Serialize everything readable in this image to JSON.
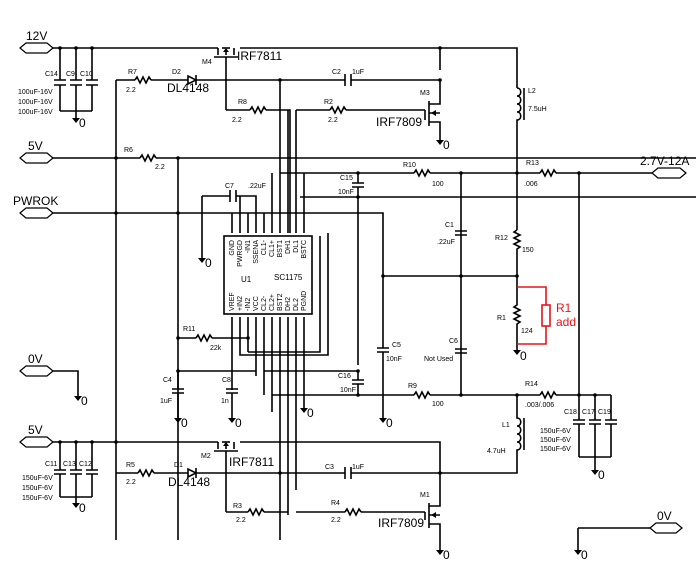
{
  "ports": {
    "v12": "12V",
    "v5_top": "5V",
    "pwrok": "PWROK",
    "ov_left": "0V",
    "v5_bottom": "5V",
    "output": "2.7V-12A",
    "ov_right": "0V"
  },
  "ground_label": "0",
  "ic": {
    "ref": "U1",
    "part": "SC1175",
    "top_pins": [
      "GND",
      "PWRGD",
      "-IN1",
      "SSENA",
      "CL1-",
      "CL1+",
      "BST1",
      "DH1",
      "DL1",
      "BSTC"
    ],
    "bottom_pins": [
      "VREF",
      "+IN2",
      "-IN2",
      "VCC",
      "CL2-",
      "CL2+",
      "BST2",
      "DH2",
      "DL2",
      "PGND"
    ]
  },
  "components": {
    "C14": {
      "ref": "C14",
      "value": "100uF-16V"
    },
    "C9": {
      "ref": "C9",
      "value": "100uF-16V"
    },
    "C10": {
      "ref": "C10",
      "value": "100uF-16V"
    },
    "R7": {
      "ref": "R7",
      "value": "2.2"
    },
    "D2": {
      "ref": "D2",
      "value": "DL4148"
    },
    "M4": {
      "ref": "M4",
      "value": "IRF7811"
    },
    "C2": {
      "ref": "C2",
      "value": "1uF"
    },
    "R8": {
      "ref": "R8",
      "value": "2.2"
    },
    "R2": {
      "ref": "R2",
      "value": "2.2"
    },
    "M3": {
      "ref": "M3",
      "value": "IRF7809"
    },
    "L2": {
      "ref": "L2",
      "value": "7.5uH"
    },
    "R6": {
      "ref": "R6",
      "value": "2.2"
    },
    "C7": {
      "ref": "C7",
      "value": ".22uF"
    },
    "C15": {
      "ref": "C15",
      "value": "10nF"
    },
    "R10": {
      "ref": "R10",
      "value": "100"
    },
    "R13": {
      "ref": "R13",
      "value": ".006"
    },
    "C1": {
      "ref": "C1",
      "value": ".22uF"
    },
    "R12": {
      "ref": "R12",
      "value": "150"
    },
    "R1": {
      "ref": "R1",
      "value": "124"
    },
    "R1_add": {
      "ref": "R1",
      "note": "add"
    },
    "R11": {
      "ref": "R11",
      "value": "22k"
    },
    "C5": {
      "ref": "C5",
      "value": "10nF"
    },
    "C6": {
      "ref": "C6",
      "value": "Not Used"
    },
    "C4": {
      "ref": "C4",
      "value": "1uF"
    },
    "C8": {
      "ref": "C8",
      "value": "1n"
    },
    "C16": {
      "ref": "C16",
      "value": "10nF"
    },
    "R9": {
      "ref": "R9",
      "value": "100"
    },
    "R14": {
      "ref": "R14",
      "value": ".003/.006"
    },
    "L1": {
      "ref": "L1",
      "value": "4.7uH"
    },
    "C18": {
      "ref": "C18",
      "value": "150uF-6V"
    },
    "C17": {
      "ref": "C17",
      "value": "150uF-6V"
    },
    "C19": {
      "ref": "C19",
      "value": "150uF-6V"
    },
    "C11": {
      "ref": "C11",
      "value": "150uF-6V"
    },
    "C13": {
      "ref": "C13",
      "value": "150uF-6V"
    },
    "C12": {
      "ref": "C12",
      "value": "150uF-6V"
    },
    "R5": {
      "ref": "R5",
      "value": "2.2"
    },
    "D1": {
      "ref": "D1",
      "value": "DL4148"
    },
    "M2": {
      "ref": "M2",
      "value": "IRF7811"
    },
    "C3": {
      "ref": "C3",
      "value": "1uF"
    },
    "R3": {
      "ref": "R3",
      "value": "2.2"
    },
    "R4": {
      "ref": "R4",
      "value": "2.2"
    },
    "M1": {
      "ref": "M1",
      "value": "IRF7809"
    }
  },
  "colors": {
    "wire": "#000000",
    "annotation": "#e8141c",
    "background": "#ffffff"
  }
}
